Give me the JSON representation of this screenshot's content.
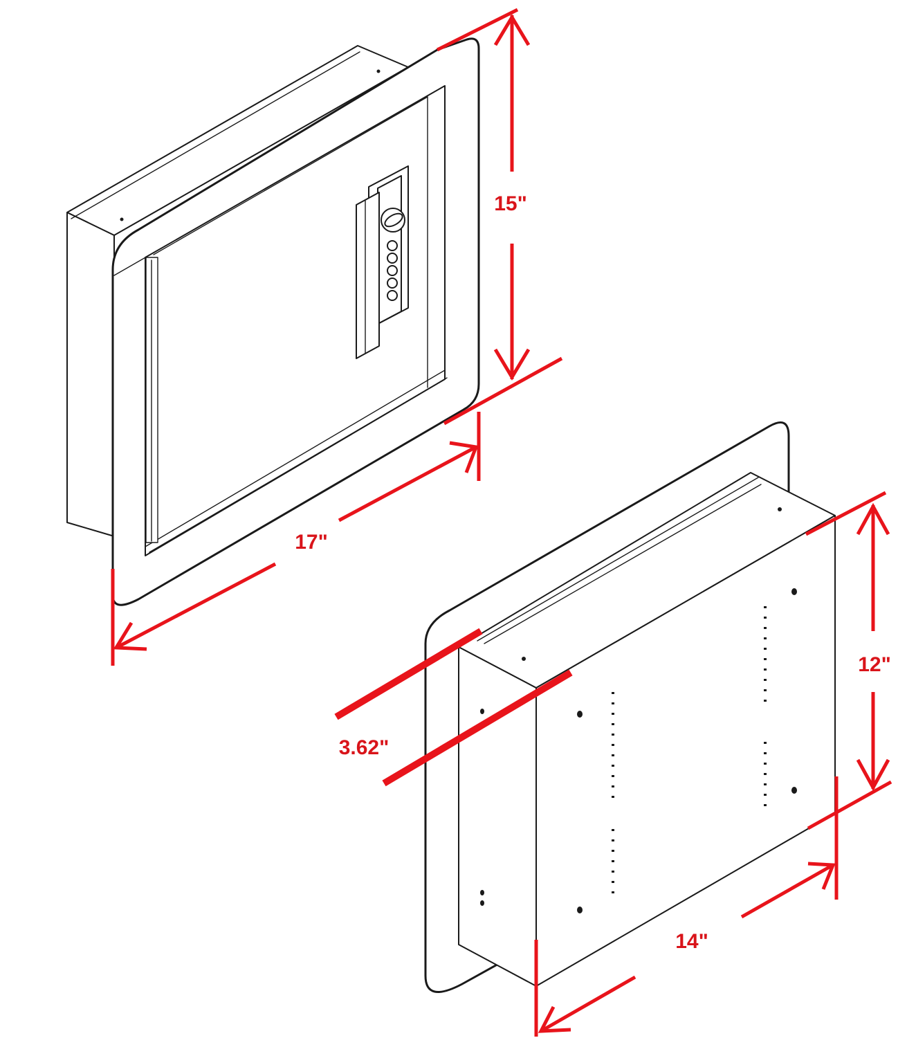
{
  "dimensions": {
    "front_height": "15\"",
    "front_width": "17\"",
    "back_depth": "3.62\"",
    "back_height": "12\"",
    "back_width": "14\""
  },
  "colors": {
    "dimension_lines": "#e8141b",
    "dimension_text": "#d9141a",
    "drawing_lines": "#1a1a1a",
    "background": "#ffffff"
  },
  "views": [
    "front-isometric-safe",
    "back-isometric-safe"
  ]
}
